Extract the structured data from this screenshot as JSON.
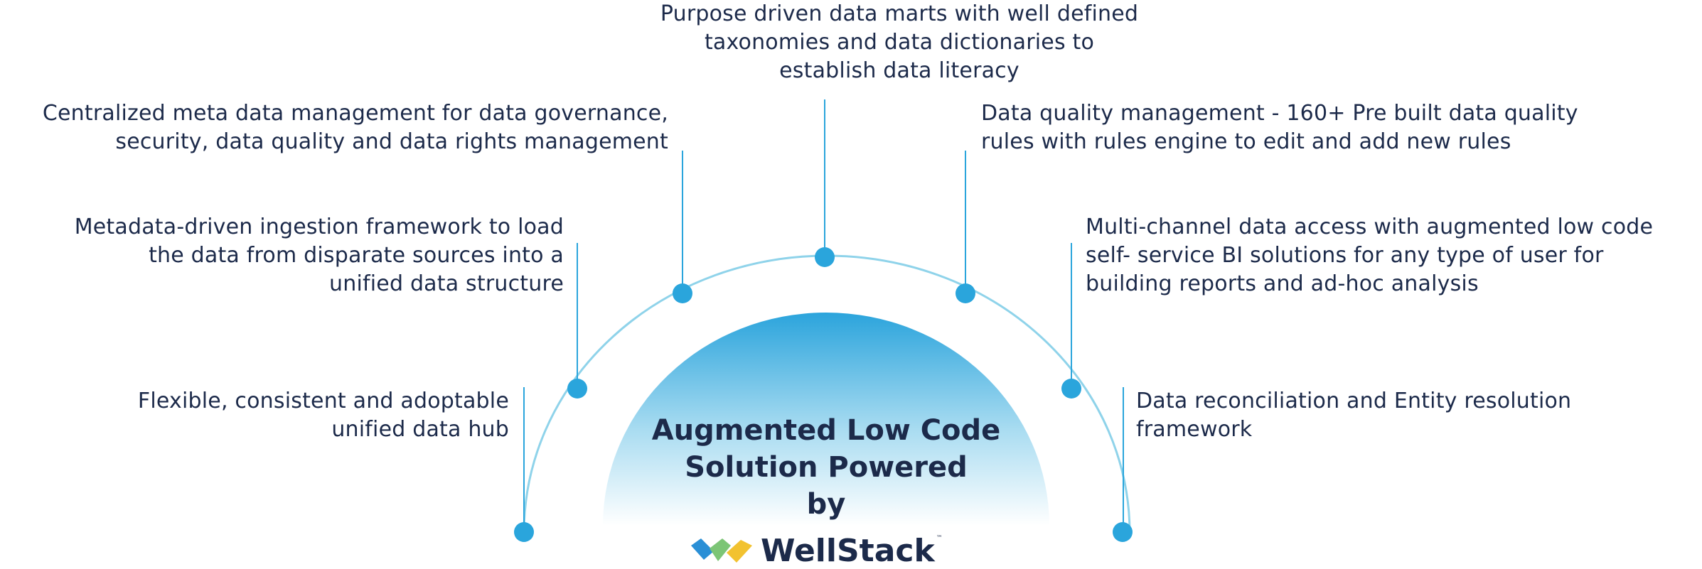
{
  "features": {
    "top": [
      "Purpose driven data marts with well defined",
      "taxonomies and data dictionaries to",
      "establish data literacy"
    ],
    "left_2": [
      "Centralized meta data management for data governance,",
      "security, data quality and  data rights management"
    ],
    "right_2": [
      "Data quality management - 160+ Pre built data quality",
      "rules with rules engine to edit and add new rules"
    ],
    "left_3": [
      "Metadata-driven ingestion framework to load",
      "the data from disparate sources into a",
      "unified data structure"
    ],
    "right_3": [
      "Multi-channel data access with augmented low code",
      "self- service BI solutions for any type of user for",
      "building reports and ad-hoc analysis"
    ],
    "left_4": [
      "Flexible, consistent and adoptable",
      "unified data hub"
    ],
    "right_4": [
      "Data reconciliation and Entity resolution",
      "framework"
    ]
  },
  "center": {
    "title_lines": [
      "Augmented Low Code",
      "Solution Powered",
      "by"
    ]
  },
  "logo": {
    "name": "WellStack",
    "trademark": "™"
  },
  "colors": {
    "text": "#1c2a4a",
    "accent": "#2aa5dc",
    "arc": "#8fd3ea",
    "dome_top": "#2ba4dc",
    "logo_blue": "#2a8fd6",
    "logo_green": "#7cc576",
    "logo_yellow": "#f2c230"
  }
}
